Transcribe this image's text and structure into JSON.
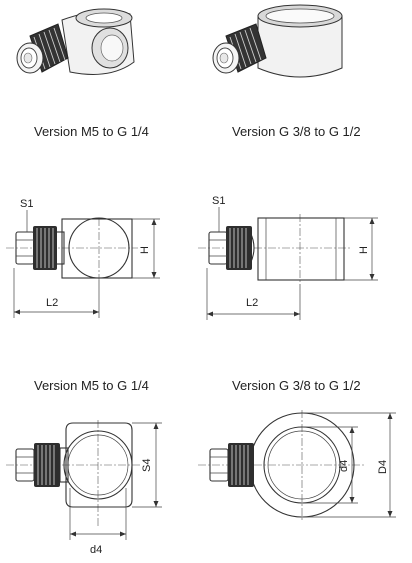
{
  "captions": {
    "top_left": "Version M5 to G 1/4",
    "top_right": "Version G 3/8 to G 1/2",
    "mid_left": "Version M5 to G 1/4",
    "mid_right": "Version G 3/8 to G 1/2"
  },
  "dims": {
    "s1_left": "S1",
    "s1_right": "S1",
    "h_left": "H",
    "h_right": "H",
    "l2_left": "L2",
    "l2_right": "L2",
    "s4": "S4",
    "d4_left": "d4",
    "d4_right": "d4",
    "D4": "D4"
  }
}
